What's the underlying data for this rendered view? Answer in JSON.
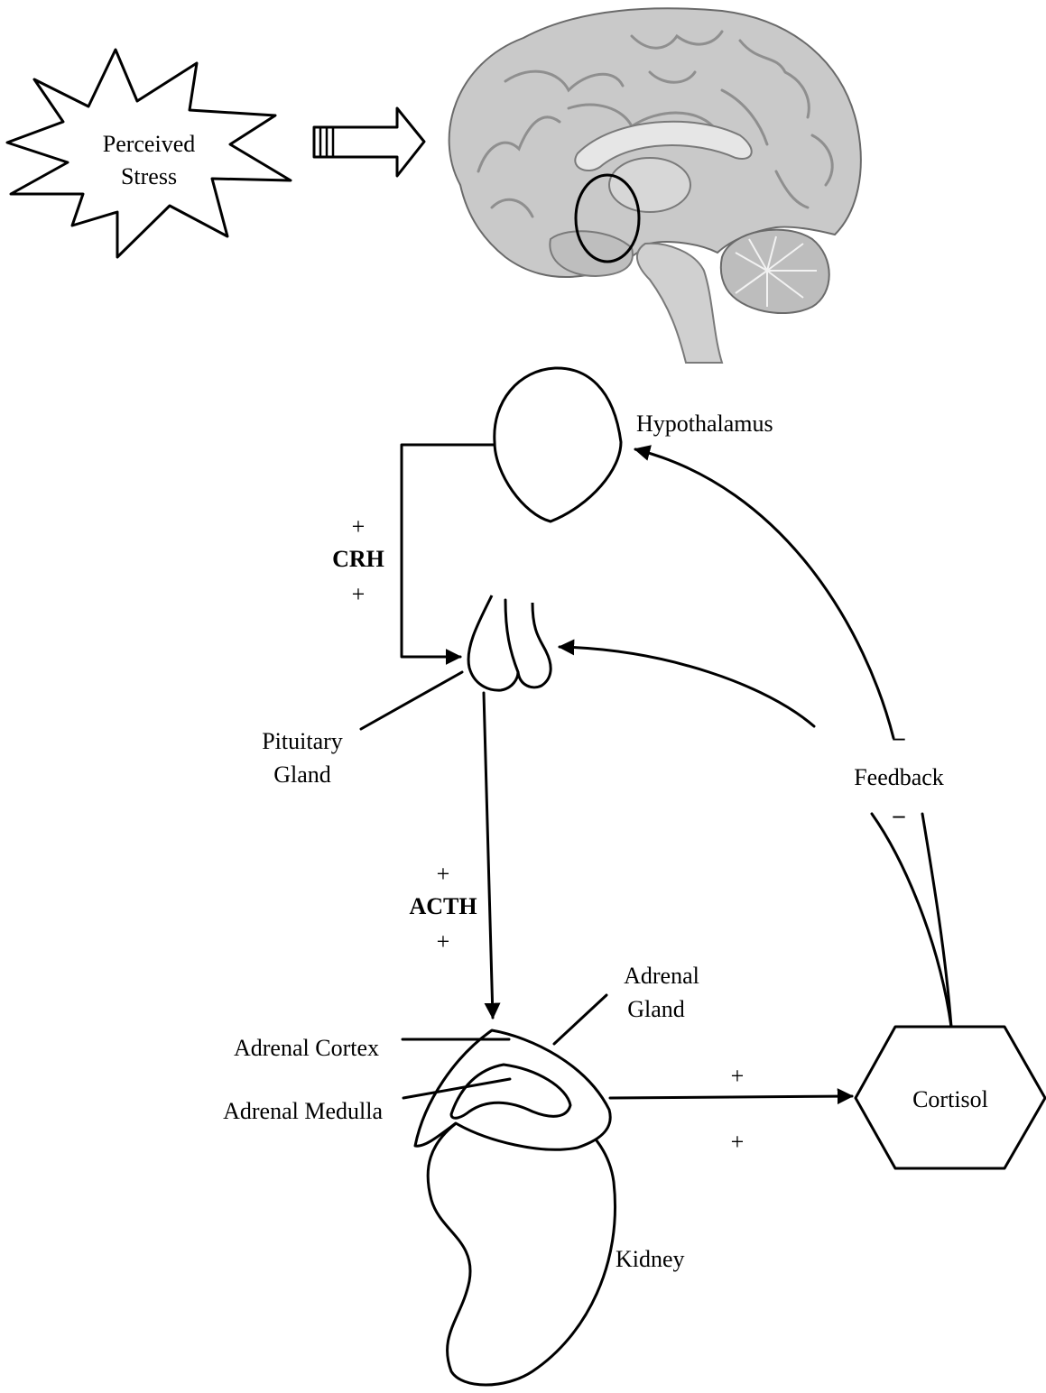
{
  "stressor": {
    "line1": "Perceived",
    "line2": "Stress"
  },
  "labels": {
    "hypothalamus": "Hypothalamus",
    "pituitary_line1": "Pituitary",
    "pituitary_line2": "Gland",
    "adrenal_gland_line1": "Adrenal",
    "adrenal_gland_line2": "Gland",
    "adrenal_cortex": "Adrenal Cortex",
    "adrenal_medulla": "Adrenal Medulla",
    "kidney": "Kidney",
    "cortisol": "Cortisol",
    "feedback": "Feedback"
  },
  "hormones": {
    "crh": "CRH",
    "acth": "ACTH"
  },
  "signs": {
    "plus": "+",
    "minus": "–"
  },
  "colors": {
    "line": "#000000",
    "brain_fill": "#c9c9c9",
    "brain_shadow": "#8f8f8f"
  }
}
